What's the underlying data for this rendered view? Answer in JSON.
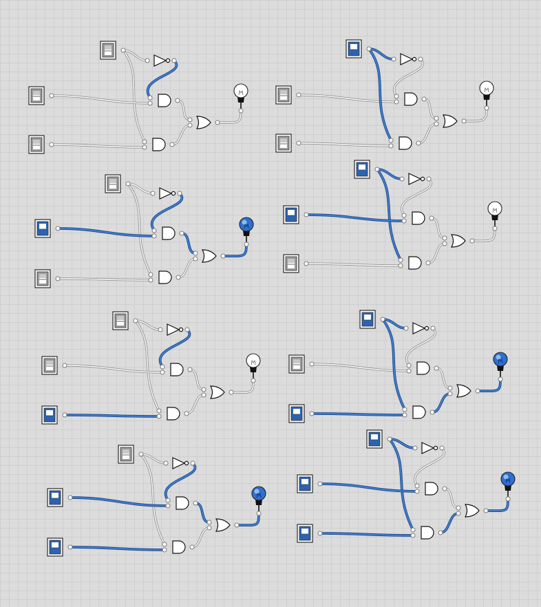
{
  "accent_colors": {
    "wire_on": "#1f4f94",
    "wire_on_highlight": "#4b86d3",
    "wire_off": "#8f8f8f",
    "bulb_on": "#2f6fd0",
    "bulb_off": "#ffffff",
    "background": "#dcdcdc",
    "grid": "#cfcfcf"
  },
  "circuits": [
    {
      "id": "circuit-1",
      "select": "off",
      "a": "off",
      "b": "off",
      "not_out": "on",
      "and_top_out": "off",
      "and_bottom_out": "off",
      "output": "off"
    },
    {
      "id": "circuit-2",
      "select": "on",
      "a": "off",
      "b": "off",
      "not_out": "off",
      "and_top_out": "off",
      "and_bottom_out": "off",
      "output": "off"
    },
    {
      "id": "circuit-3",
      "select": "off",
      "a": "on",
      "b": "off",
      "not_out": "on",
      "and_top_out": "on",
      "and_bottom_out": "off",
      "output": "on"
    },
    {
      "id": "circuit-4",
      "select": "on",
      "a": "on",
      "b": "off",
      "not_out": "off",
      "and_top_out": "off",
      "and_bottom_out": "off",
      "output": "off"
    },
    {
      "id": "circuit-5",
      "select": "off",
      "a": "off",
      "b": "on",
      "not_out": "on",
      "and_top_out": "off",
      "and_bottom_out": "off",
      "output": "off"
    },
    {
      "id": "circuit-6",
      "select": "on",
      "a": "off",
      "b": "on",
      "not_out": "off",
      "and_top_out": "off",
      "and_bottom_out": "on",
      "output": "on"
    },
    {
      "id": "circuit-7",
      "select": "off",
      "a": "on",
      "b": "on",
      "not_out": "on",
      "and_top_out": "on",
      "and_bottom_out": "off",
      "output": "on"
    },
    {
      "id": "circuit-8",
      "select": "on",
      "a": "on",
      "b": "on",
      "not_out": "off",
      "and_top_out": "off",
      "and_bottom_out": "on",
      "output": "on"
    }
  ]
}
